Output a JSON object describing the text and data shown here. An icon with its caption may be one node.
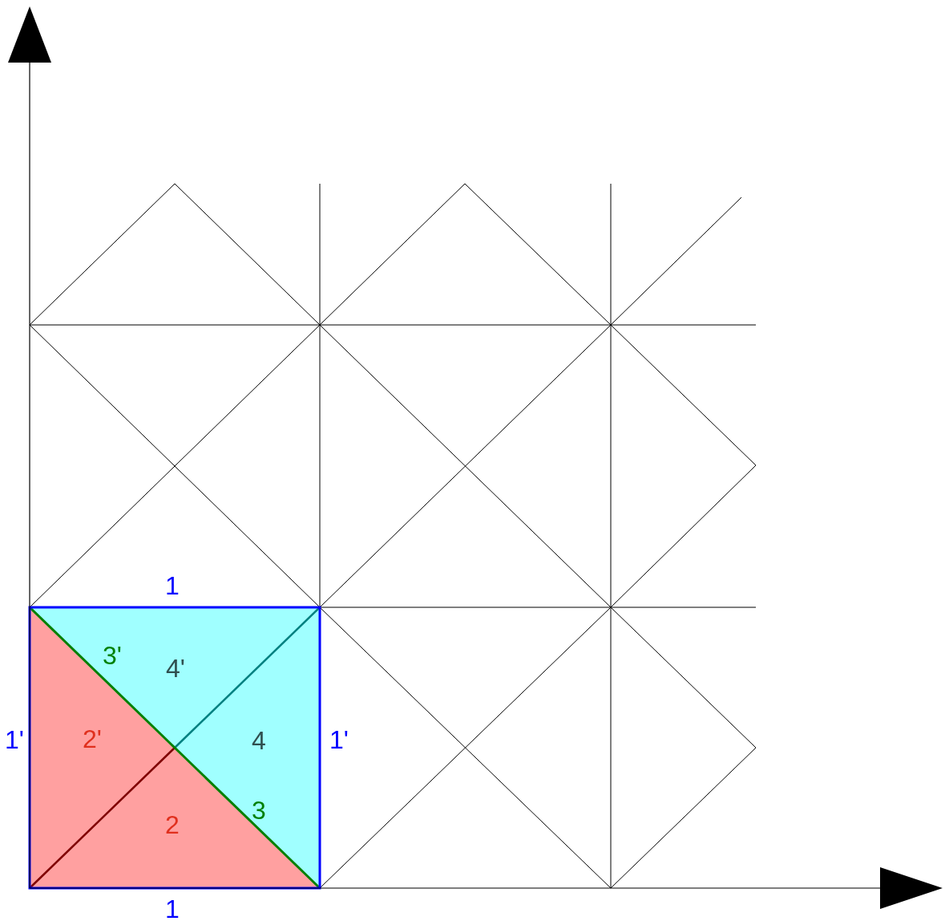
{
  "diagram": {
    "nodes": [
      {
        "text": [
          "4'"
        ]
      },
      {
        "text": [
          "2'"
        ]
      },
      {
        "text": [
          "4"
        ]
      },
      {
        "text": [
          "2"
        ]
      }
    ],
    "labels": [
      "1",
      "3'",
      "1'",
      "1'",
      "3",
      "1"
    ]
  }
}
